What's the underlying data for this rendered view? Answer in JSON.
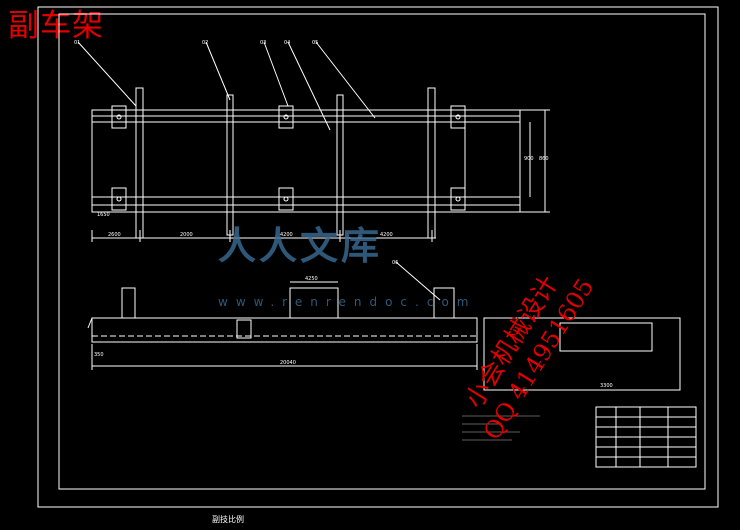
{
  "title": "副车架",
  "footer_text": "副技比例",
  "watermark": {
    "brand": "人人文库",
    "url": "www.renrendoc.com"
  },
  "stamp": {
    "line1": "小会机械设计",
    "line2": "QQ 414951605"
  },
  "colors": {
    "background": "#000000",
    "line": "#ffffff",
    "stamp": "#e00000",
    "watermark": "#3a6e98"
  },
  "dimensions": {
    "plan_1": "2600",
    "plan_2": "2000",
    "plan_3": "4200",
    "plan_4": "4200",
    "plan_small": "1650",
    "plan_right_1": "900",
    "plan_right_2": "860",
    "side_top": "4250",
    "side_total": "20040",
    "side_left": "350",
    "detail": "3300"
  },
  "callouts": [
    "01",
    "02",
    "03",
    "04",
    "05",
    "06"
  ]
}
